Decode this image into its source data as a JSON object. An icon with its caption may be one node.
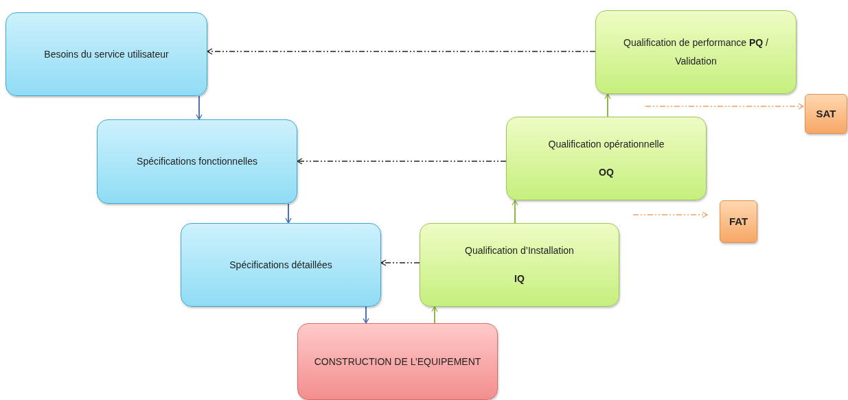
{
  "diagram": {
    "nodes": [
      {
        "text": [
          "Besoins du service utilisateur"
        ]
      },
      {
        "text": [
          "Spécifications fonctionnelles"
        ]
      },
      {
        "text": [
          "Spécifications détaillées"
        ]
      },
      {
        "text": [
          "CONSTRUCTION DE L’EQUIPEMENT"
        ]
      },
      {
        "text": [
          "Qualification d’Installation",
          "IQ"
        ]
      },
      {
        "text": [
          "Qualification opérationnelle",
          "OQ"
        ]
      },
      {
        "text": [
          "Qualification de performance **PQ** / Validation"
        ]
      },
      {
        "text": [
          "SAT"
        ]
      },
      {
        "text": [
          "FAT"
        ]
      }
    ],
    "edges": [
      {
        "from": 0,
        "to": 1,
        "arrow": "to",
        "color": "#4a72b8"
      },
      {
        "from": 1,
        "to": 2,
        "arrow": "to",
        "color": "#4a72b8"
      },
      {
        "from": 2,
        "to": 3,
        "arrow": "to",
        "color": "#4a72b8"
      },
      {
        "from": 3,
        "to": 4,
        "arrow": "to",
        "color": "#8fb84a"
      },
      {
        "from": 4,
        "to": 5,
        "arrow": "to",
        "color": "#8fb84a"
      },
      {
        "from": 5,
        "to": 6,
        "arrow": "to",
        "color": "#8fb84a"
      },
      {
        "from": 6,
        "to": 0,
        "arrow": "to",
        "style": "dashed",
        "color": "#222222"
      },
      {
        "from": 5,
        "to": 1,
        "arrow": "to",
        "style": "dashed",
        "color": "#222222"
      },
      {
        "from": 4,
        "to": 2,
        "arrow": "to",
        "style": "dashed",
        "color": "#222222"
      },
      {
        "from": null,
        "to": 7,
        "arrow": "to",
        "style": "dashed",
        "color": "#f0a060"
      },
      {
        "from": null,
        "to": 8,
        "arrow": "to",
        "style": "dashed",
        "color": "#f0a060"
      }
    ]
  }
}
